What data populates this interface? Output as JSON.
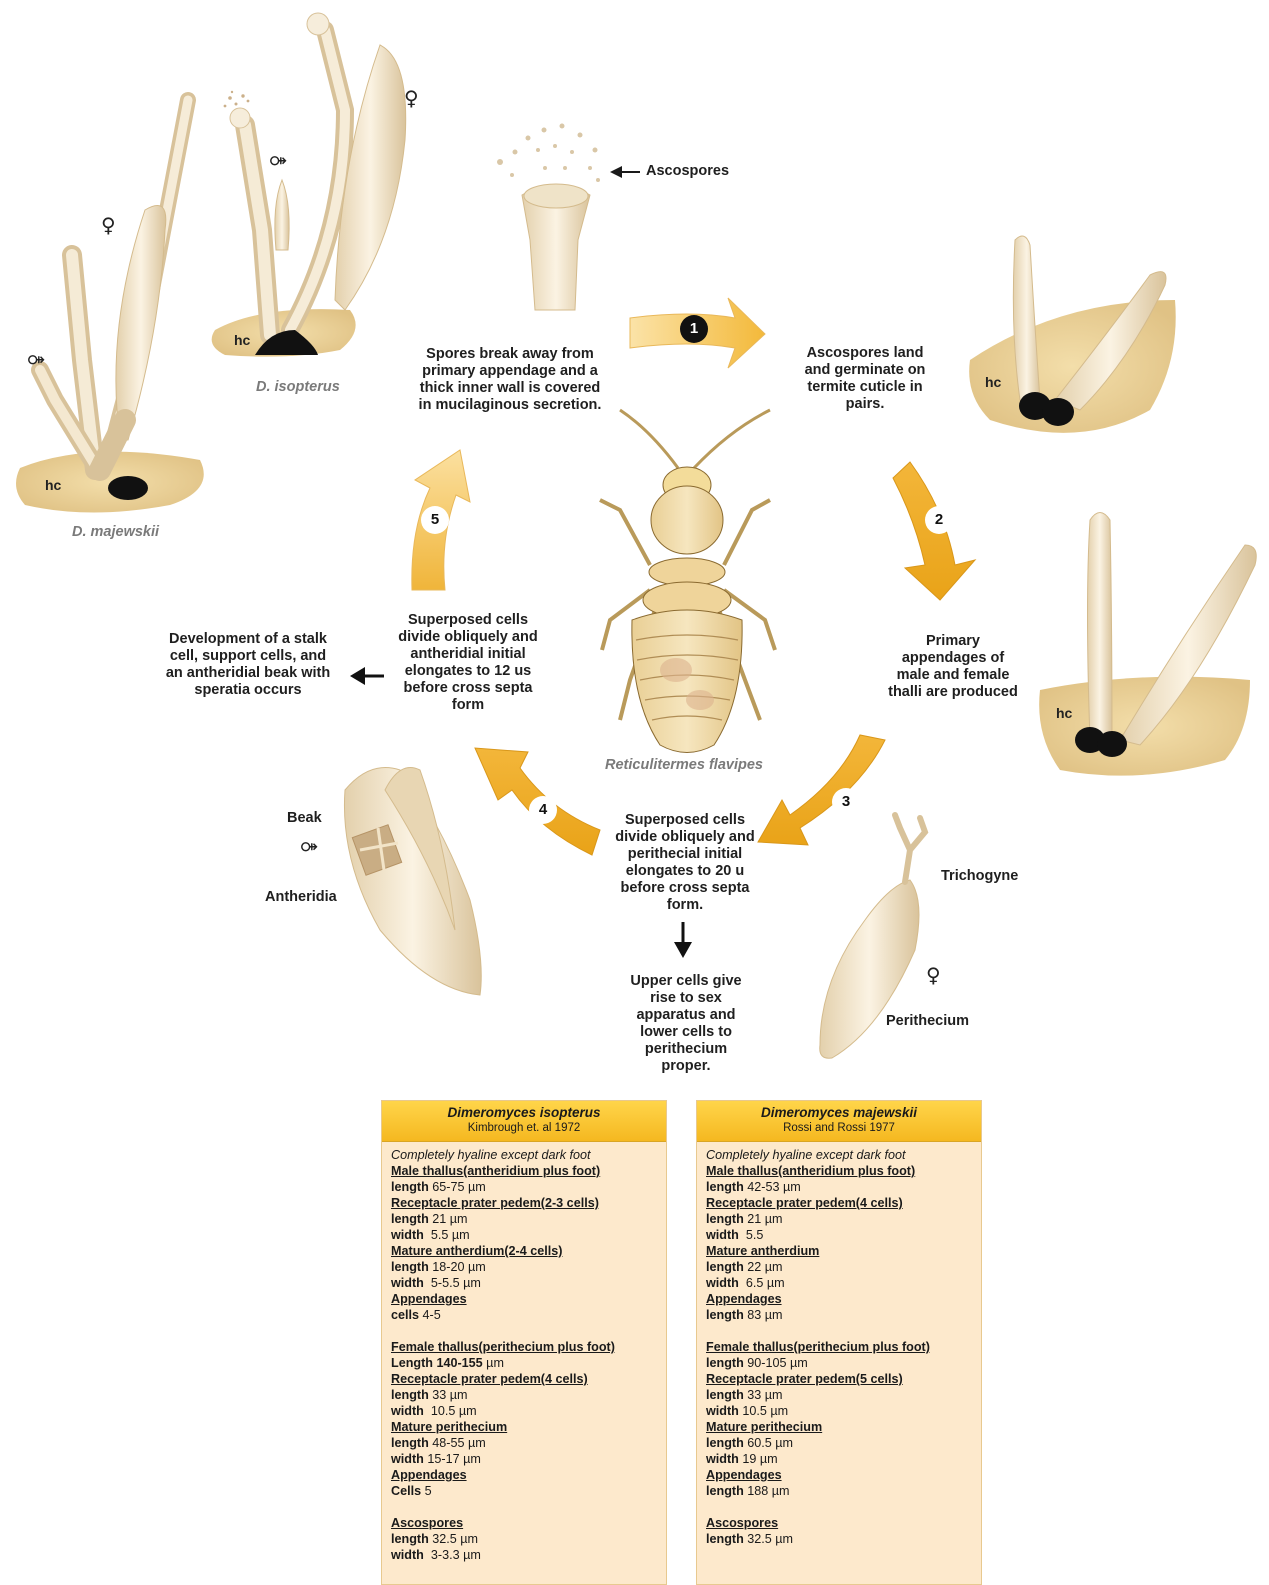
{
  "labels": {
    "ascospores": "Ascospores",
    "step1_desc": [
      "Spores break away from",
      "primary appendage and a",
      "thick inner wall is covered",
      "in mucilaginous secretion."
    ],
    "step2_desc": [
      "Ascospores land",
      "and germinate on",
      "termite cuticle in",
      "pairs."
    ],
    "step3_desc": [
      "Primary",
      "appendages of",
      "male and female",
      "thalli are produced"
    ],
    "step4_desc": [
      "Superposed cells",
      "divide obliquely and",
      "perithecial initial",
      "elongates to 20 u",
      "before cross septa",
      "form."
    ],
    "step4_result": [
      "Upper cells give",
      "rise to sex",
      "apparatus and",
      "lower cells to",
      "perithecium",
      "proper."
    ],
    "step5_desc": [
      "Superposed cells",
      "divide obliquely and",
      "antheridial initial",
      "elongates to 12 us",
      "before cross septa",
      "form"
    ],
    "step5_result": [
      "Development of a stalk",
      "cell, support cells, and",
      "an antheridial beak with",
      "speratia occurs"
    ],
    "termite_name": "Reticulitermes flavipes",
    "species_a": "D. isopterus",
    "species_b": "D. majewskii",
    "hc": "hc",
    "beak": "Beak",
    "antheridia": "Antheridia",
    "trichogyne": "Trichogyne",
    "perithecium": "Perithecium",
    "male_symbol": "⚩",
    "female_symbol": "♀"
  },
  "steps": [
    "1",
    "2",
    "3",
    "4",
    "5"
  ],
  "colors": {
    "arrow_light": "#fbe3a8",
    "arrow_mid": "#f5c04a",
    "arrow_dark": "#e9a318",
    "thallus": "#efe0c4",
    "foot": "#111111",
    "cuticle": "#e8cf8f",
    "table_head": "#fccd3c",
    "table_body": "#fde9cc"
  },
  "tables": [
    {
      "title": "Dimeromyces isopterus",
      "source": "Kimbrough et. al 1972",
      "rows": [
        {
          "t": "it",
          "text": "Completely hyaline except dark foot"
        },
        {
          "t": "hd",
          "text": "Male thallus(antheridium plus foot)"
        },
        {
          "t": "kv",
          "k": "length",
          "v": " 65-75 µm"
        },
        {
          "t": "hd",
          "text": "Receptacle prater pedem(2-3 cells)"
        },
        {
          "t": "kv",
          "k": "length",
          "v": " 21 µm"
        },
        {
          "t": "kv",
          "k": "width",
          "v": "  5.5 µm"
        },
        {
          "t": "hd",
          "text": "Mature antherdium(2-4 cells)"
        },
        {
          "t": "kv",
          "k": "length",
          "v": " 18-20 µm"
        },
        {
          "t": "kv",
          "k": "width",
          "v": "  5-5.5 µm"
        },
        {
          "t": "hd",
          "text": "Appendages"
        },
        {
          "t": "kv",
          "k": "cells",
          "v": " 4-5"
        },
        {
          "t": "blank"
        },
        {
          "t": "hd",
          "text": "Female thallus(perithecium plus foot)"
        },
        {
          "t": "kv",
          "k": "Length 140-155",
          "v": " µm"
        },
        {
          "t": "hd",
          "text": "Receptacle prater pedem(4 cells)"
        },
        {
          "t": "kv",
          "k": "length",
          "v": " 33 µm"
        },
        {
          "t": "kv",
          "k": "width",
          "v": "  10.5 µm"
        },
        {
          "t": "hd",
          "text": "Mature perithecium"
        },
        {
          "t": "kv",
          "k": "length",
          "v": " 48-55 µm"
        },
        {
          "t": "kv",
          "k": "width",
          "v": " 15-17 µm"
        },
        {
          "t": "hd",
          "text": "Appendages"
        },
        {
          "t": "kv",
          "k": "Cells",
          "v": " 5"
        },
        {
          "t": "blank"
        },
        {
          "t": "hd",
          "text": "Ascospores"
        },
        {
          "t": "kv",
          "k": "length",
          "v": " 32.5 µm"
        },
        {
          "t": "kv",
          "k": "width",
          "v": "  3-3.3 µm"
        }
      ]
    },
    {
      "title": "Dimeromyces majewskii",
      "source": "Rossi and Rossi 1977",
      "rows": [
        {
          "t": "it",
          "text": "Completely hyaline except dark foot"
        },
        {
          "t": "hd",
          "text": "Male thallus(antheridium plus foot)"
        },
        {
          "t": "kv",
          "k": "length",
          "v": " 42-53 µm"
        },
        {
          "t": "hd",
          "text": "Receptacle prater pedem(4 cells)"
        },
        {
          "t": "kv",
          "k": "length",
          "v": " 21 µm"
        },
        {
          "t": "kv",
          "k": "width",
          "v": "  5.5"
        },
        {
          "t": "hd",
          "text": "Mature antherdium"
        },
        {
          "t": "kv",
          "k": "length",
          "v": " 22 µm"
        },
        {
          "t": "kv",
          "k": "width",
          "v": "  6.5 µm"
        },
        {
          "t": "hd",
          "text": "Appendages"
        },
        {
          "t": "kv",
          "k": "length",
          "v": " 83 µm"
        },
        {
          "t": "blank"
        },
        {
          "t": "hd",
          "text": "Female thallus(perithecium plus foot)"
        },
        {
          "t": "kv",
          "k": "length",
          "v": " 90-105 µm"
        },
        {
          "t": "hd",
          "text": "Receptacle prater pedem(5 cells)"
        },
        {
          "t": "kv",
          "k": "length",
          "v": " 33 µm"
        },
        {
          "t": "kv",
          "k": "width",
          "v": " 10.5 µm"
        },
        {
          "t": "hd",
          "text": "Mature perithecium"
        },
        {
          "t": "kv",
          "k": "length",
          "v": " 60.5 µm"
        },
        {
          "t": "kv",
          "k": "width",
          "v": " 19 µm"
        },
        {
          "t": "hd",
          "text": "Appendages"
        },
        {
          "t": "kv",
          "k": "length",
          "v": " 188 µm"
        },
        {
          "t": "blank"
        },
        {
          "t": "hd",
          "text": "Ascospores"
        },
        {
          "t": "kv",
          "k": "length",
          "v": " 32.5 µm"
        }
      ]
    }
  ]
}
